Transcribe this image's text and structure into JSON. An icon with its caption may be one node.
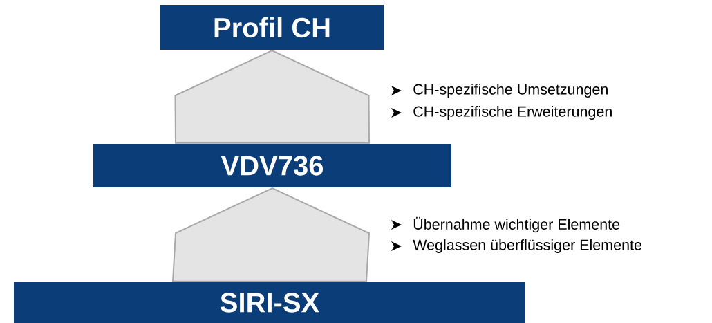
{
  "diagram": {
    "nodes": [
      {
        "text": [
          "Profil CH"
        ]
      },
      {
        "text": [
          "VDV736"
        ]
      },
      {
        "text": [
          "SIRI-SX"
        ]
      }
    ],
    "edges": [
      {
        "from": 1,
        "to": 0,
        "arrow": "to"
      },
      {
        "from": 2,
        "to": 1,
        "arrow": "to"
      }
    ],
    "labels": [
      "CH-spezifische Umsetzungen",
      "CH-spezifische Erweiterungen",
      "Übernahme wichtiger Elemente",
      "Weglassen überflüssiger Elemente"
    ]
  }
}
